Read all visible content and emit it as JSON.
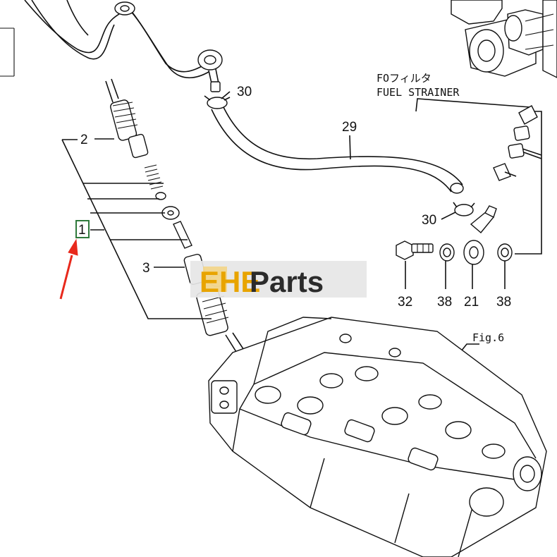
{
  "diagram": {
    "callouts": {
      "c1": "1",
      "c2": "2",
      "c3": "3",
      "c29": "29",
      "c30a": "30",
      "c30b": "30",
      "c32": "32",
      "c38a": "38",
      "c21": "21",
      "c38b": "38"
    },
    "fuel_strainer_jp": "FOフィルタ",
    "fuel_strainer_en": "FUEL STRAINER",
    "fig_ref": "Fig.6"
  },
  "watermark": {
    "brand_a": "EHE",
    "brand_b": "Parts",
    "colors": {
      "brand_a": "#e8a400",
      "brand_b": "#2b2b2b",
      "background": "#e6e6e6"
    }
  },
  "annotation": {
    "arrow_color": "#e8291c",
    "box_color": "#2f7a3c"
  }
}
